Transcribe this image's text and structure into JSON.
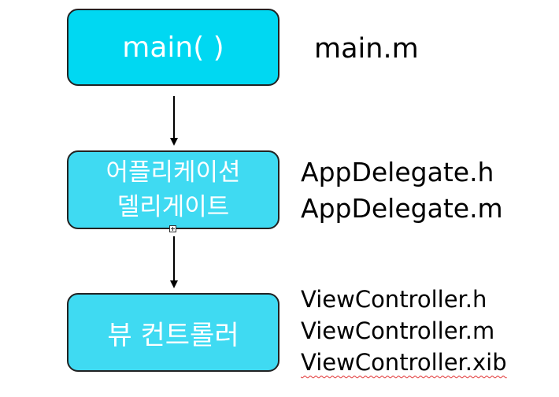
{
  "nodes": {
    "main": {
      "label": "main( )"
    },
    "app_delegate": {
      "line1": "어플리케이션",
      "line2": "델리게이트"
    },
    "view_controller": {
      "label": "뷰 컨트롤러"
    }
  },
  "files": {
    "main": [
      "main.m"
    ],
    "app_delegate": [
      "AppDelegate.h",
      "AppDelegate.m"
    ],
    "view_controller": [
      "ViewController.h",
      "ViewController.m",
      "ViewController.xib"
    ]
  },
  "colors": {
    "box_main": "#00d8f2",
    "box_secondary": "#3fdaf2",
    "box_text": "#ffffff",
    "border": "#222222",
    "arrow": "#000000"
  },
  "icons": {
    "move_handle": "move-handle-icon"
  }
}
